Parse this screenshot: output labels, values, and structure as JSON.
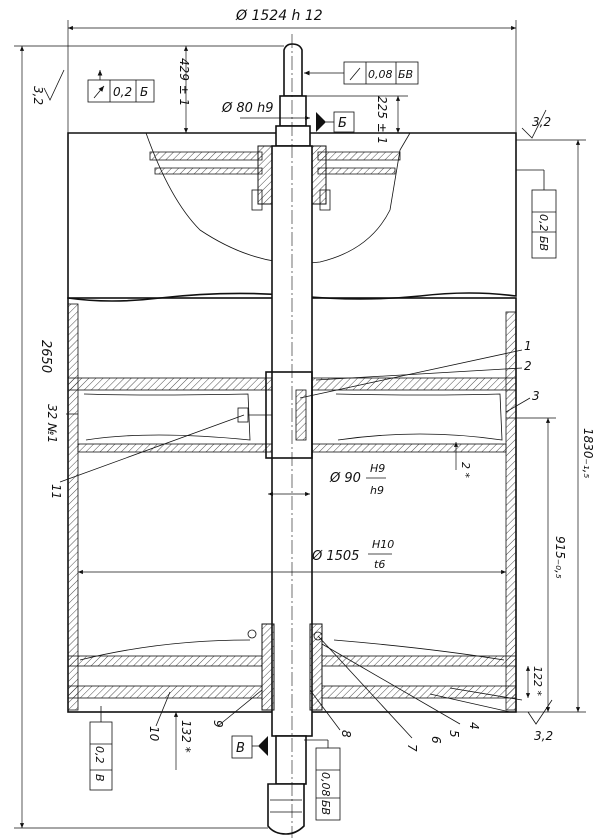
{
  "drawing": {
    "dimensions": {
      "outer_diameter": "Ø 1524 h 12",
      "overall_length": "2650",
      "top_offset": "429 ± 1",
      "hub_offset": "225 ± 1",
      "shaft_diameter": "Ø 80 h9",
      "bore_fit": "Ø 90",
      "bore_fit_upper": "H9",
      "bore_fit_lower": "h9",
      "inner_diameter": "Ø 1505",
      "inner_fit_upper": "H10",
      "inner_fit_lower": "t6",
      "shell_length": "1830₋₁,₅",
      "half_length": "915₋₀,₅",
      "bottom_offset": "132 *",
      "flange_thickness": "122 *",
      "gap": "2 *"
    },
    "tolerances": {
      "top_left": {
        "value": "0,2",
        "datum": "Б"
      },
      "top_shaft": {
        "value": "0,08",
        "datum": "БВ"
      },
      "right": {
        "value": "0,2",
        "datum": "БВ"
      },
      "bottom_left": {
        "value": "0,2",
        "datum": "В"
      },
      "bottom_shaft": {
        "value": "0,08",
        "datum": "БВ"
      }
    },
    "datums": {
      "upper": "Б",
      "lower": "В"
    },
    "roughness": {
      "top_left": "3,2",
      "top_right": "3,2",
      "bottom_right": "3,2"
    },
    "side_label": "32 №1",
    "callouts": [
      "1",
      "2",
      "3",
      "4",
      "5",
      "6",
      "7",
      "8",
      "9",
      "10",
      "11"
    ]
  }
}
